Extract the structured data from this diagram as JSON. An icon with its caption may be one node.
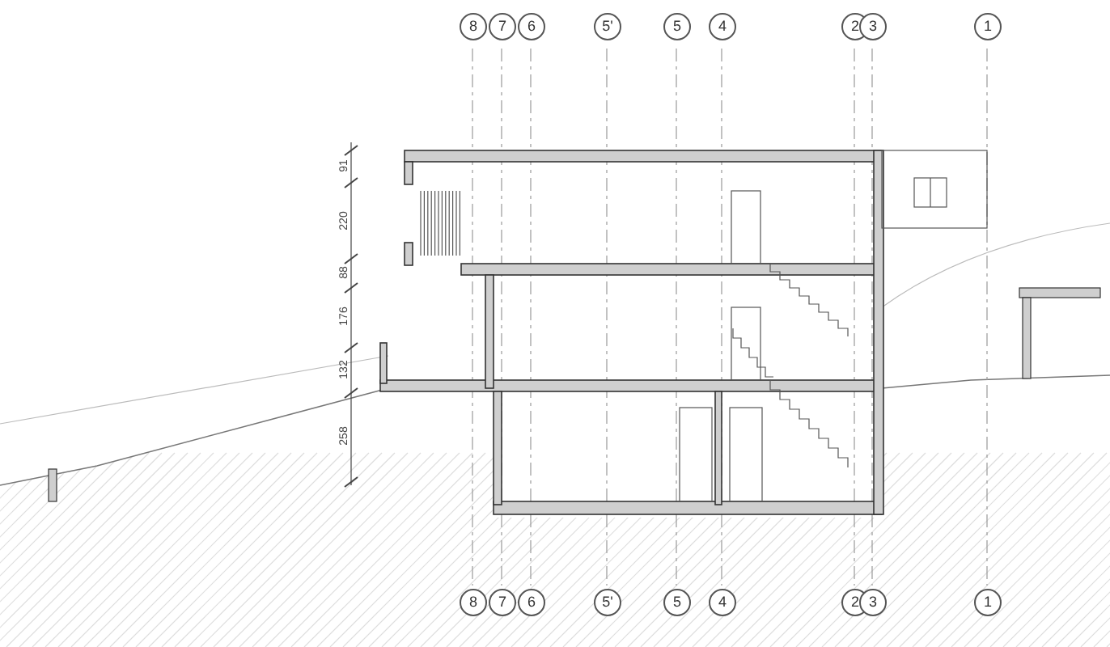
{
  "diagram": {
    "labels": [
      "8",
      "7",
      "6",
      "5'",
      "5",
      "4",
      "2",
      "3",
      "1",
      "91",
      "220",
      "88",
      "176",
      "132",
      "258",
      "8",
      "7",
      "6",
      "5'",
      "5",
      "4",
      "2",
      "3",
      "1"
    ]
  }
}
